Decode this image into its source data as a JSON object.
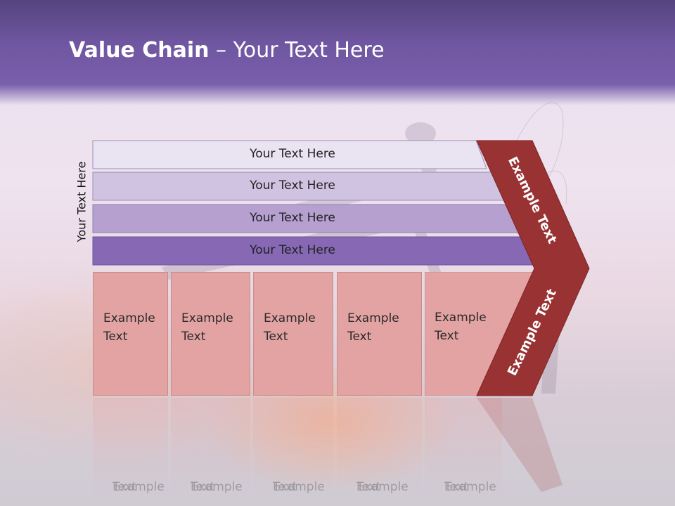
{
  "title": {
    "bold": "Value Chain",
    "rest": " – Your Text Here"
  },
  "side_label": "Your Text Here",
  "rows": [
    {
      "label": "Your Text Here",
      "color": "#e9e3f2"
    },
    {
      "label": "Your Text Here",
      "color": "#d0c3e2"
    },
    {
      "label": "Your Text Here",
      "color": "#b5a0d0"
    },
    {
      "label": "Your Text Here",
      "color": "#8668b4"
    }
  ],
  "boxes": [
    {
      "line1": "Example",
      "line2": "Text"
    },
    {
      "line1": "Example",
      "line2": "Text"
    },
    {
      "line1": "Example",
      "line2": "Text"
    },
    {
      "line1": "Example",
      "line2": "Text"
    },
    {
      "line1": "Example",
      "line2": "Text"
    }
  ],
  "chevron": {
    "upper_label": "Example Text",
    "lower_label": "Example Text",
    "color": "#993233"
  },
  "colors": {
    "header": "#6f56a0",
    "box": "#e3a3a3"
  }
}
